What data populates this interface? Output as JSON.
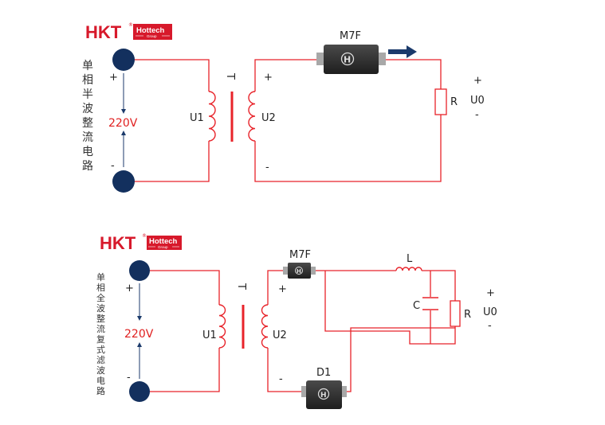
{
  "brand": {
    "letters": "HKT",
    "registered": "®",
    "name": "Hottech",
    "group": "Group",
    "color": "#d7192b"
  },
  "circuit_half": {
    "title_chars": [
      "单",
      "相",
      "半",
      "波",
      "整",
      "流",
      "电",
      "路"
    ],
    "plus_in": "+",
    "minus_in": "-",
    "voltage": "220V",
    "transformer": "T",
    "primary": "U1",
    "secondary": "U2",
    "plus_sec": "+",
    "minus_sec": "-",
    "diode": "M7F",
    "resistor": "R",
    "plus_out": "+",
    "output": "U0",
    "minus_out": "-"
  },
  "circuit_full": {
    "title_chars": [
      "单",
      "相",
      "全",
      "波",
      "整",
      "流",
      "复",
      "式",
      "滤",
      "波",
      "电",
      "路"
    ],
    "plus_in": "+",
    "minus_in": "-",
    "voltage": "220V",
    "transformer": "T",
    "primary": "U1",
    "secondary": "U2",
    "plus_sec": "+",
    "minus_sec": "-",
    "diode_top": "M7F",
    "diode_bottom": "D1",
    "inductor": "L",
    "capacitor": "C",
    "resistor": "R",
    "plus_out": "+",
    "output": "U0",
    "minus_out": "-"
  },
  "colors": {
    "wire": "#e8232a",
    "terminal": "#13305e",
    "arrow": "#1b3a6b",
    "voltage_text": "#e02020"
  }
}
